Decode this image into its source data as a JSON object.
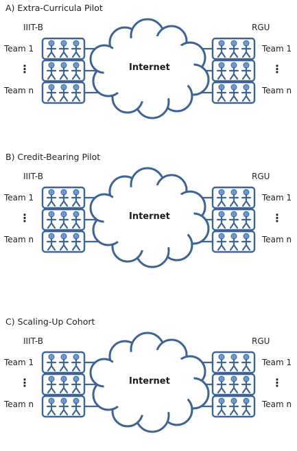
{
  "panels": [
    {
      "title": "A) Extra-Curricula Pilot",
      "left_institution": "IIIT-B",
      "right_institution": "RGU",
      "network": "Internet",
      "left_teams": [
        "Team 1",
        "⋮",
        "Team n"
      ],
      "right_teams": [
        "Team 1",
        "⋮",
        "Team n"
      ]
    },
    {
      "title": "B) Credit-Bearing Pilot",
      "left_institution": "IIIT-B",
      "right_institution": "RGU",
      "network": "Internet",
      "left_teams": [
        "Team 1",
        "⋮",
        "Team n"
      ],
      "right_teams": [
        "Team 1",
        "⋮",
        "Team n"
      ]
    },
    {
      "title": "C) Scaling-Up Cohort",
      "left_institution": "IIIT-B",
      "right_institution": "RGU",
      "network": "Internet",
      "left_teams": [
        "Team 1",
        "⋮",
        "Team n"
      ],
      "right_teams": [
        "Team 1",
        "⋮",
        "Team n"
      ]
    }
  ],
  "colors": {
    "stroke": "#3e6293",
    "person_fill": "#6b9ad3",
    "cloud_fill": "#ffffff"
  },
  "icons": {
    "network": "cloud-icon",
    "member": "person-icon"
  }
}
